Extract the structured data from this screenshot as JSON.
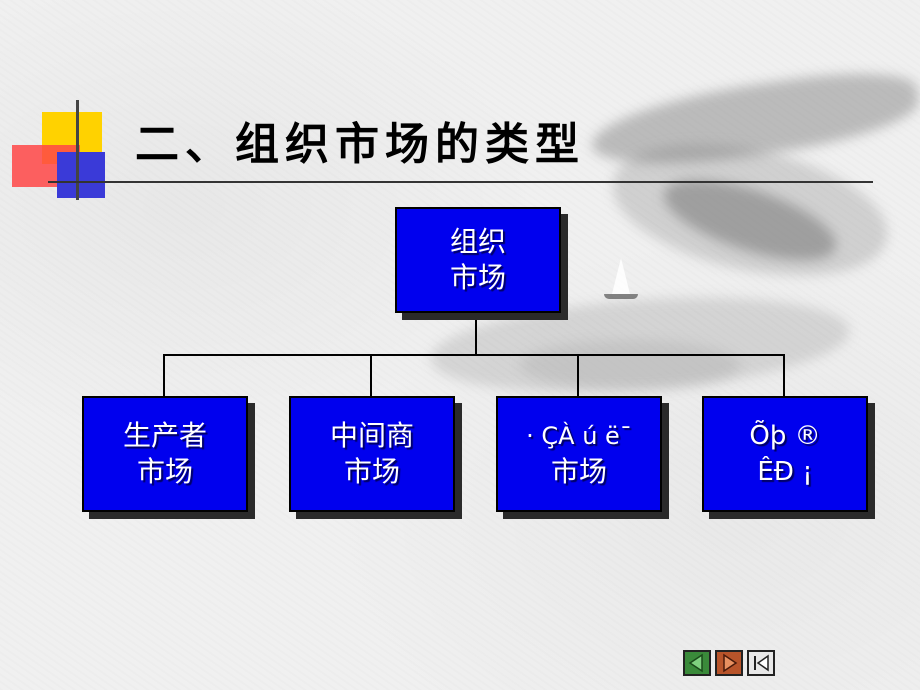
{
  "slide": {
    "title": "二、组织市场的类型"
  },
  "diagram": {
    "root": {
      "line1": "组织",
      "line2": "市场"
    },
    "children": [
      {
        "line1": "生产者",
        "line2": "市场"
      },
      {
        "line1": "中间商",
        "line2": "市场"
      },
      {
        "line1": "· ÇÀ ú ë¯",
        "line2": "市场"
      },
      {
        "line1": "Õþ ®",
        "line2": "ÊÐ ¡"
      }
    ]
  },
  "navigation": {
    "prev_icon": "triangle-left-icon",
    "next_icon": "triangle-right-icon",
    "first_icon": "skip-to-first-icon"
  },
  "colors": {
    "box_fill": "#0000ee",
    "box_text": "#ffffff",
    "logo_yellow": "#ffd200",
    "logo_red": "#ff4646",
    "logo_blue": "#3a3ad8"
  }
}
